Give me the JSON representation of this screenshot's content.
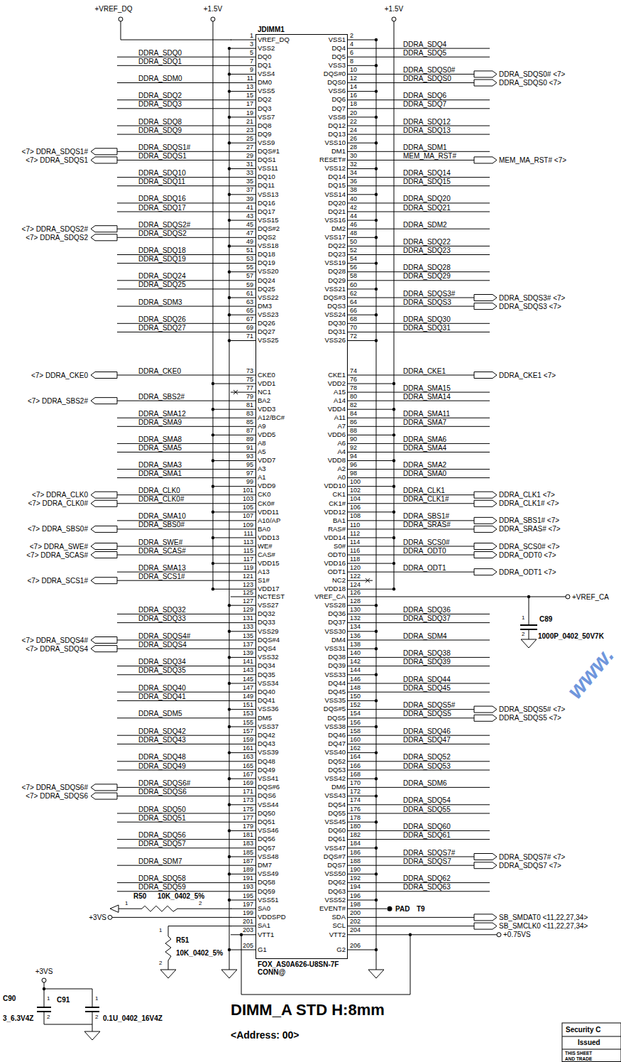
{
  "diagram": {
    "title": "DIMM_A STD H:8mm",
    "nodes": [
      {
        "text": [
          "JDIMM1",
          "FOX_AS0A626-U8SN-7F CONN@"
        ]
      }
    ],
    "labels": [
      "+VREF_DQ",
      "+1.5V",
      "+1.5V",
      "1",
      "VREF_DQ",
      "2",
      "VSS1",
      "3",
      "VSS2",
      "4",
      "DQ4",
      "DDRA_SDQ4",
      "5",
      "DQ0",
      "DDRA_SDQ0",
      "6",
      "DQ5",
      "DDRA_SDQ5",
      "7",
      "DQ1",
      "DDRA_SDQ1",
      "8",
      "VSS3",
      "9",
      "VSS4",
      "10",
      "DQS#0",
      "DDRA_SDQS0#",
      "DDRA_SDQS0# <7>",
      "11",
      "DM0",
      "DDRA_SDM0",
      "12",
      "DQS0",
      "DDRA_SDQS0",
      "DDRA_SDQS0 <7>",
      "13",
      "VSS5",
      "14",
      "VSS6",
      "15",
      "DQ2",
      "DDRA_SDQ2",
      "16",
      "DQ6",
      "DDRA_SDQ6",
      "17",
      "DQ3",
      "DDRA_SDQ3",
      "18",
      "DQ7",
      "DDRA_SDQ7",
      "19",
      "VSS7",
      "20",
      "VSS8",
      "21",
      "DQ8",
      "DDRA_SDQ8",
      "22",
      "DQ12",
      "DDRA_SDQ12",
      "23",
      "DQ9",
      "DDRA_SDQ9",
      "24",
      "DQ13",
      "DDRA_SDQ13",
      "25",
      "VSS9",
      "26",
      "VSS10",
      "27",
      "DQS#1",
      "DDRA_SDQS1#",
      "<7> DDRA_SDQS1#",
      "28",
      "DM1",
      "DDRA_SDM1",
      "29",
      "DQS1",
      "DDRA_SDQS1",
      "<7> DDRA_SDQS1",
      "30",
      "RESET#",
      "MEM_MA_RST#",
      "MEM_MA_RST# <7>",
      "31",
      "VSS11",
      "32",
      "VSS12",
      "33",
      "DQ10",
      "DDRA_SDQ10",
      "34",
      "DQ14",
      "DDRA_SDQ14",
      "35",
      "DQ11",
      "DDRA_SDQ11",
      "36",
      "DQ15",
      "DDRA_SDQ15",
      "37",
      "VSS13",
      "38",
      "VSS14",
      "39",
      "DQ16",
      "DDRA_SDQ16",
      "40",
      "DQ20",
      "DDRA_SDQ20",
      "41",
      "DQ17",
      "DDRA_SDQ17",
      "42",
      "DQ21",
      "DDRA_SDQ21",
      "43",
      "VSS15",
      "44",
      "VSS16",
      "45",
      "DQS#2",
      "DDRA_SDQS2#",
      "<7> DDRA_SDQS2#",
      "46",
      "DM2",
      "DDRA_SDM2",
      "47",
      "DQS2",
      "DDRA_SDQS2",
      "<7> DDRA_SDQS2",
      "48",
      "VSS17",
      "49",
      "VSS18",
      "50",
      "DQ22",
      "DDRA_SDQ22",
      "51",
      "DQ18",
      "DDRA_SDQ18",
      "52",
      "DQ23",
      "DDRA_SDQ23",
      "53",
      "DQ19",
      "DDRA_SDQ19",
      "54",
      "VSS19",
      "55",
      "VSS20",
      "56",
      "DQ28",
      "DDRA_SDQ28",
      "57",
      "DQ24",
      "DDRA_SDQ24",
      "58",
      "DQ29",
      "DDRA_SDQ29",
      "59",
      "DQ25",
      "DDRA_SDQ25",
      "60",
      "VSS21",
      "61",
      "VSS22",
      "62",
      "DQS#3",
      "DDRA_SDQS3#",
      "DDRA_SDQS3# <7>",
      "63",
      "DM3",
      "DDRA_SDM3",
      "64",
      "DQS3",
      "DDRA_SDQS3",
      "DDRA_SDQS3 <7>",
      "65",
      "VSS23",
      "66",
      "VSS24",
      "67",
      "DQ26",
      "DDRA_SDQ26",
      "68",
      "DQ30",
      "DDRA_SDQ30",
      "69",
      "DQ27",
      "DDRA_SDQ27",
      "70",
      "DQ31",
      "DDRA_SDQ31",
      "71",
      "VSS25",
      "72",
      "VSS26",
      "73",
      "CKE0",
      "DDRA_CKE0",
      "<7> DDRA_CKE0",
      "74",
      "CKE1",
      "DDRA_CKE1",
      "DDRA_CKE1 <7>",
      "75",
      "VDD1",
      "76",
      "VDD2",
      "77",
      "NC1",
      "78",
      "A15",
      "DDRA_SMA15",
      "79",
      "BA2",
      "DDRA_SBS2#",
      "<7> DDRA_SBS2#",
      "80",
      "A14",
      "DDRA_SMA14",
      "81",
      "VDD3",
      "82",
      "VDD4",
      "83",
      "A12/BC#",
      "DDRA_SMA12",
      "84",
      "A11",
      "DDRA_SMA11",
      "85",
      "A9",
      "DDRA_SMA9",
      "86",
      "A7",
      "DDRA_SMA7",
      "87",
      "VDD5",
      "88",
      "VDD6",
      "89",
      "A8",
      "DDRA_SMA8",
      "90",
      "A6",
      "DDRA_SMA6",
      "91",
      "A5",
      "DDRA_SMA5",
      "92",
      "A4",
      "DDRA_SMA4",
      "93",
      "VDD7",
      "94",
      "VDD8",
      "95",
      "A3",
      "DDRA_SMA3",
      "96",
      "A2",
      "DDRA_SMA2",
      "97",
      "A1",
      "DDRA_SMA1",
      "98",
      "A0",
      "DDRA_SMA0",
      "99",
      "VDD9",
      "100",
      "VDD10",
      "101",
      "CK0",
      "DDRA_CLK0",
      "<7> DDRA_CLK0",
      "102",
      "CK1",
      "DDRA_CLK1",
      "DDRA_CLK1 <7>",
      "103",
      "CK0#",
      "DDRA_CLK0#",
      "<7> DDRA_CLK0#",
      "104",
      "CK1#",
      "DDRA_CLK1#",
      "DDRA_CLK1# <7>",
      "105",
      "VDD11",
      "106",
      "VDD12",
      "107",
      "A10/AP",
      "DDRA_SMA10",
      "108",
      "BA1",
      "DDRA_SBS1#",
      "DDRA_SBS1# <7>",
      "109",
      "BA0",
      "DDRA_SBS0#",
      "<7> DDRA_SBS0#",
      "110",
      "RAS#",
      "DDRA_SRAS#",
      "DDRA_SRAS# <7>",
      "111",
      "VDD13",
      "112",
      "VDD14",
      "113",
      "WE#",
      "DDRA_SWE#",
      "<7> DDRA_SWE#",
      "114",
      "S0#",
      "DDRA_SCS0#",
      "DDRA_SCS0# <7>",
      "115",
      "CAS#",
      "DDRA_SCAS#",
      "<7> DDRA_SCAS#",
      "116",
      "ODT0",
      "DDRA_ODT0",
      "DDRA_ODT0 <7>",
      "117",
      "VDD15",
      "118",
      "VDD16",
      "119",
      "A13",
      "DDRA_SMA13",
      "120",
      "ODT1",
      "DDRA_ODT1",
      "DDRA_ODT1 <7>",
      "121",
      "S1#",
      "DDRA_SCS1#",
      "<7> DDRA_SCS1#",
      "122",
      "NC2",
      "123",
      "VDD17",
      "124",
      "VDD18",
      "125",
      "NCTEST",
      "126",
      "VREF_CA",
      "127",
      "VSS27",
      "128",
      "VSS28",
      "129",
      "DQ32",
      "DDRA_SDQ32",
      "130",
      "DQ36",
      "DDRA_SDQ36",
      "131",
      "DQ33",
      "DDRA_SDQ33",
      "132",
      "DQ37",
      "DDRA_SDQ37",
      "133",
      "VSS29",
      "134",
      "VSS30",
      "135",
      "DQS#4",
      "DDRA_SDQS4#",
      "<7> DDRA_SDQS4#",
      "136",
      "DM4",
      "DDRA_SDM4",
      "137",
      "DQS4",
      "DDRA_SDQS4",
      "<7> DDRA_SDQS4",
      "138",
      "VSS31",
      "139",
      "VSS32",
      "140",
      "DQ38",
      "DDRA_SDQ38",
      "141",
      "DQ34",
      "DDRA_SDQ34",
      "142",
      "DQ39",
      "DDRA_SDQ39",
      "143",
      "DQ35",
      "DDRA_SDQ35",
      "144",
      "VSS33",
      "145",
      "VSS34",
      "146",
      "DQ44",
      "DDRA_SDQ44",
      "147",
      "DQ40",
      "DDRA_SDQ40",
      "148",
      "DQ45",
      "DDRA_SDQ45",
      "149",
      "DQ41",
      "DDRA_SDQ41",
      "150",
      "VSS35",
      "151",
      "VSS36",
      "152",
      "DQS#5",
      "DDRA_SDQS5#",
      "DDRA_SDQS5# <7>",
      "153",
      "DM5",
      "DDRA_SDM5",
      "154",
      "DQS5",
      "DDRA_SDQS5",
      "DDRA_SDQS5 <7>",
      "155",
      "VSS37",
      "156",
      "VSS38",
      "157",
      "DQ42",
      "DDRA_SDQ42",
      "158",
      "DQ46",
      "DDRA_SDQ46",
      "159",
      "DQ43",
      "DDRA_SDQ43",
      "160",
      "DQ47",
      "DDRA_SDQ47",
      "161",
      "VSS39",
      "162",
      "VSS40",
      "163",
      "DQ48",
      "DDRA_SDQ48",
      "164",
      "DQ52",
      "DDRA_SDQ52",
      "165",
      "DQ49",
      "DDRA_SDQ49",
      "166",
      "DQ53",
      "DDRA_SDQ53",
      "167",
      "VSS41",
      "168",
      "VSS42",
      "169",
      "DQS#6",
      "DDRA_SDQS6#",
      "<7> DDRA_SDQS6#",
      "170",
      "DM6",
      "DDRA_SDM6",
      "171",
      "DQS6",
      "DDRA_SDQS6",
      "<7> DDRA_SDQS6",
      "172",
      "VSS43",
      "173",
      "VSS44",
      "174",
      "DQ54",
      "DDRA_SDQ54",
      "175",
      "DQ50",
      "DDRA_SDQ50",
      "176",
      "DQ55",
      "DDRA_SDQ55",
      "177",
      "DQ51",
      "DDRA_SDQ51",
      "178",
      "VSS45",
      "179",
      "VSS46",
      "180",
      "DQ60",
      "DDRA_SDQ60",
      "181",
      "DQ56",
      "DDRA_SDQ56",
      "182",
      "DQ61",
      "DDRA_SDQ61",
      "183",
      "DQ57",
      "DDRA_SDQ57",
      "184",
      "VSS47",
      "185",
      "VSS48",
      "186",
      "DQS#7",
      "DDRA_SDQS7#",
      "DDRA_SDQS7# <7>",
      "187",
      "DM7",
      "DDRA_SDM7",
      "188",
      "DQS7",
      "DDRA_SDQS7",
      "DDRA_SDQS7 <7>",
      "189",
      "VSS49",
      "190",
      "VSS50",
      "191",
      "DQ58",
      "DDRA_SDQ58",
      "192",
      "DQ62",
      "DDRA_SDQ62",
      "193",
      "DQ59",
      "DDRA_SDQ59",
      "194",
      "DQ63",
      "DDRA_SDQ63",
      "195",
      "VSS51",
      "196",
      "VSS52",
      "197",
      "SA0",
      "198",
      "EVENT#",
      "199",
      "VDDSPD",
      "200",
      "SDA",
      "SB_SMDAT0 <11,22,27,34>",
      "201",
      "SA1",
      "202",
      "SCL",
      "SB_SMCLK0 <11,22,27,34>",
      "203",
      "VTT1",
      "204",
      "VTT2",
      "205",
      "G1",
      "206",
      "G2",
      "+VREF_CA",
      "C89",
      "1",
      "2",
      "1000P_0402_50V7K",
      "www.",
      "R50",
      "10K_0402_5%",
      "1",
      "2",
      "+3VS",
      "PAD",
      "T9",
      "+0.75VS",
      "R51",
      "10K_0402_5%",
      "1",
      "2",
      "+3VS",
      "C90",
      "3_6.3V4Z",
      "1",
      "2",
      "C91",
      "1",
      "2",
      "0.1U_0402_16V4Z",
      "<Address: 00>",
      "Security C",
      "Issued",
      "THIS SHEET",
      "AND TRADE"
    ]
  }
}
